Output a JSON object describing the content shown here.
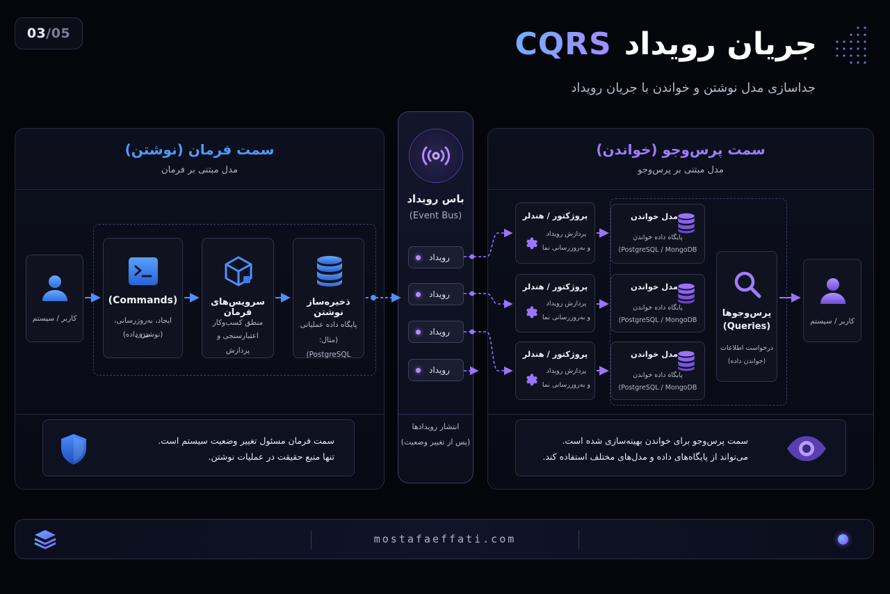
{
  "page_badge": {
    "current": "03",
    "sep": "/",
    "total": "05"
  },
  "header": {
    "title_fa": "جریان رویداد",
    "title_en": "CQRS",
    "subtitle": "جداسازی مدل نوشتن و خواندن با جریان رویداد"
  },
  "command_side": {
    "title": "سمت فرمان (نوشتن)",
    "subtitle": "مدل مبتنی بر فرمان",
    "user": {
      "label": "کاربر / سیستم"
    },
    "commands": {
      "title": "(Commands)",
      "desc1": "ایجاد، به‌روزرسانی، حذف",
      "desc2": "(نوشتن داده)"
    },
    "services": {
      "title": "سرویس‌های فرمان",
      "desc1": "منطق کسب‌وکار",
      "desc2": "اعتبارسنجی و پردازش"
    },
    "store": {
      "title": "ذخیره‌ساز نوشتن",
      "desc1": "پایگاه داده عملیاتی",
      "desc2": "(مثال: PostgreSQL)"
    },
    "note": {
      "line1": "سمت فرمان مسئول تغییر وضعیت سیستم است.",
      "line2": "تنها منبع حقیقت در عملیات نوشتن."
    }
  },
  "event_bus": {
    "title": "باس رویداد",
    "subtitle": "(Event Bus)",
    "events": [
      "رویداد",
      "رویداد",
      "رویداد",
      "رویداد"
    ],
    "footer1": "انتشار رویدادها",
    "footer2": "(پس از تغییر وضعیت)"
  },
  "query_side": {
    "title": "سمت پرس‌وجو (خواندن)",
    "subtitle": "مدل مبتنی بر پرس‌وجو",
    "projectors": [
      {
        "title": "پروژکتور / هندلر",
        "desc1": "پردازش رویداد",
        "desc2": "و به‌روزرسانی نما"
      },
      {
        "title": "پروژکتور / هندلر",
        "desc1": "پردازش رویداد",
        "desc2": "و به‌روزرسانی نما"
      },
      {
        "title": "پروژکتور / هندلر",
        "desc1": "پردازش رویداد",
        "desc2": "و به‌روزرسانی نما"
      }
    ],
    "read_models": [
      {
        "title": "مدل خواندن",
        "desc1": "پایگاه داده خواندن",
        "desc2": "PostgreSQL / MongoDB)"
      },
      {
        "title": "مدل خواندن",
        "desc1": "پایگاه داده خواندن",
        "desc2": "PostgreSQL / MongoDB)"
      },
      {
        "title": "مدل خواندن",
        "desc1": "پایگاه داده خواندن",
        "desc2": "PostgreSQL / MongoDB)"
      }
    ],
    "queries": {
      "title1": "پرس‌وجوها",
      "title2": "(Queries)",
      "desc1": "درخواست اطلاعات",
      "desc2": "(خواندن داده)"
    },
    "user": {
      "label": "کاربر / سیستم"
    },
    "note": {
      "line1": "سمت پرس‌وجو برای خواندن بهینه‌سازی شده است.",
      "line2": "می‌تواند از پایگاه‌های داده و مدل‌های مختلف استفاده کند."
    }
  },
  "footer": {
    "website": "mostafaeffati.com"
  },
  "colors": {
    "command_accent": "#4f9bff",
    "query_accent": "#a07cff",
    "background": "#05060c"
  },
  "icons": [
    "user-icon",
    "terminal-icon",
    "cube-icon",
    "database-icon",
    "broadcast-icon",
    "gear-icon",
    "search-icon",
    "shield-icon",
    "eye-icon",
    "layers-icon"
  ]
}
